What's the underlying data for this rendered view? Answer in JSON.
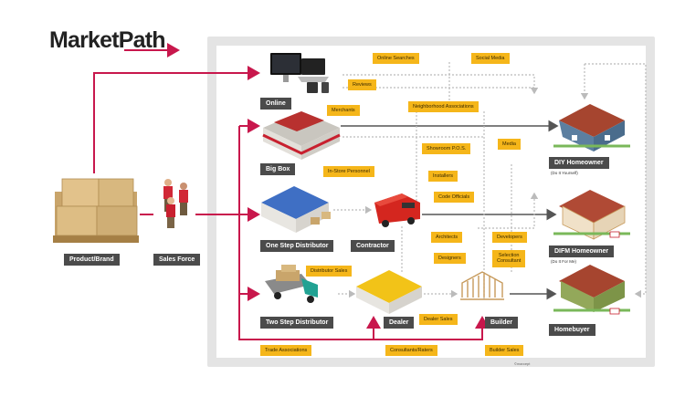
{
  "brand": {
    "title": "MarketPath"
  },
  "nodes": {
    "product_brand": "Product/Brand",
    "sales_force": "Sales Force",
    "online": "Online",
    "big_box": "Big Box",
    "one_step": "One Step Distributor",
    "contractor": "Contractor",
    "two_step": "Two Step Distributor",
    "dealer": "Dealer",
    "builder": "Builder",
    "diy": "DIY Homeowner",
    "diy_sub": "(Do It Yourself)",
    "difm": "DIFM Homeowner",
    "difm_sub": "(Do It For Me)",
    "homebuyer": "Homebuyer"
  },
  "influencers": {
    "online_searches": "Online Searches",
    "social_media": "Social Media",
    "reviews": "Reviews",
    "merchants": "Merchants",
    "neighborhood": "Neighborhood Associations",
    "showroom": "Showroom P.O.S.",
    "media": "Media",
    "instore": "In-Store Personnel",
    "installers": "Installers",
    "code_officials": "Code Officials",
    "architects": "Architects",
    "developers": "Developers",
    "designers": "Designers",
    "selection_1": "Selection",
    "selection_2": "Consultant",
    "distributor_sales": "Distributor Sales",
    "dealer_sales": "Dealer Sales",
    "trade_assoc": "Trade Associations",
    "consultants": "Consultants/Raters",
    "builder_sales": "Builder Sales"
  },
  "footer": {
    "copyright": "©marcept"
  },
  "colors": {
    "flow_red": "#c8174c",
    "flow_gray": "#555555",
    "influence": "#bbbbbb",
    "tag": "#f5b61a",
    "label": "#4b4b4b"
  }
}
